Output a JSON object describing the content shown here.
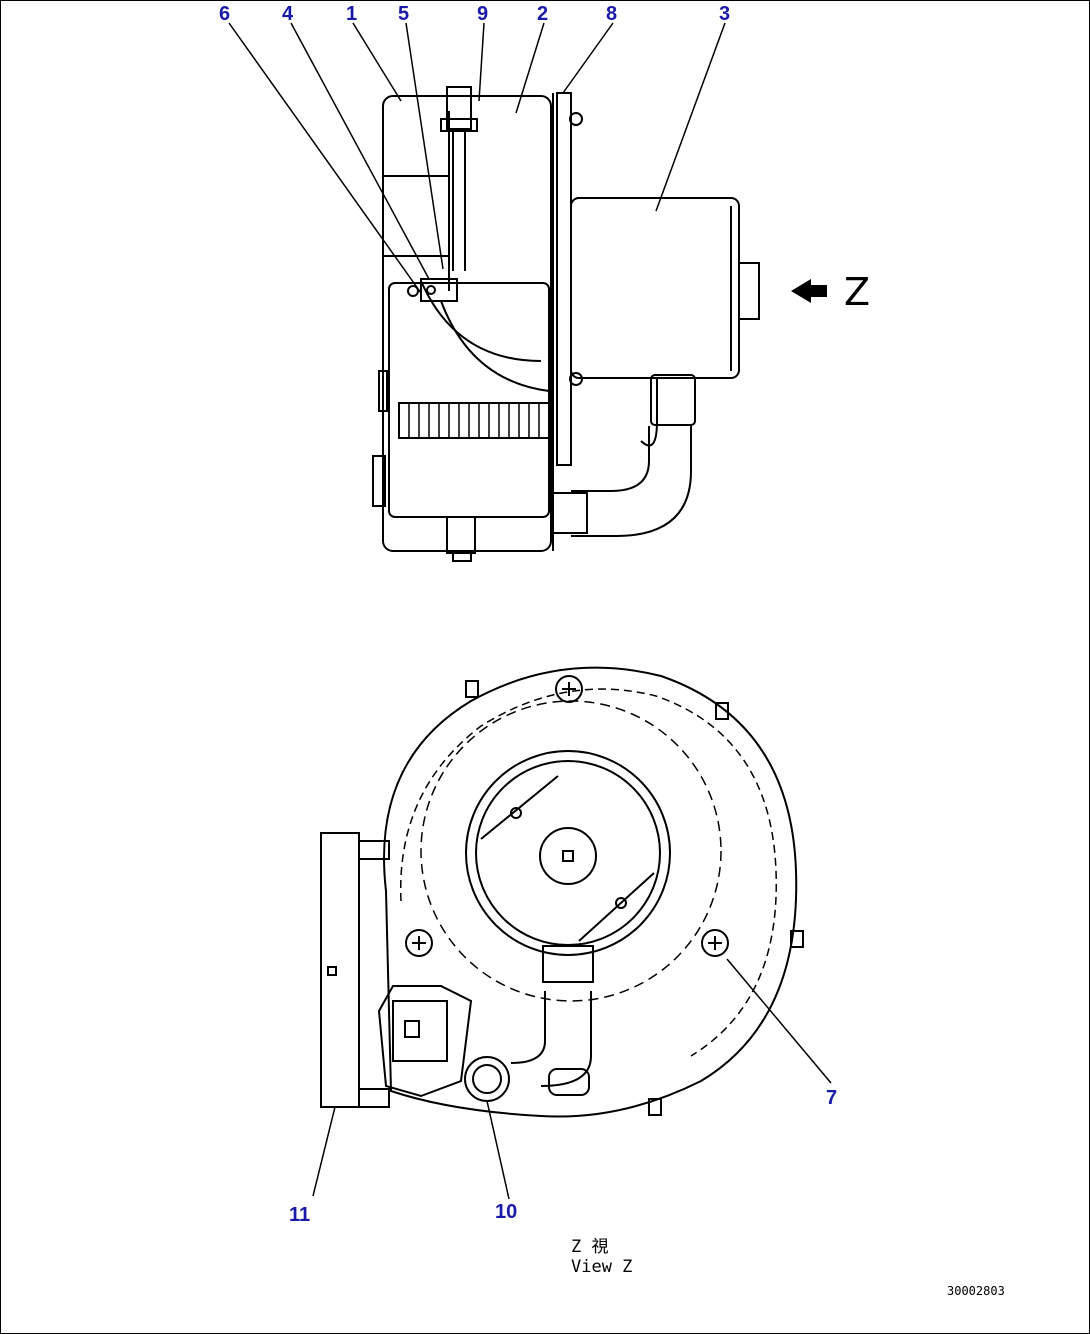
{
  "callouts": {
    "c1": "1",
    "c2": "2",
    "c3": "3",
    "c4": "4",
    "c5": "5",
    "c6": "6",
    "c7": "7",
    "c8": "8",
    "c9": "9",
    "c10": "10",
    "c11": "11"
  },
  "view_arrow_label": "Z",
  "view_caption": {
    "jp": "Z 視",
    "en": "View Z"
  },
  "drawing_id": "30002803",
  "colors": {
    "callout": "#1a1aa8",
    "line": "#000000",
    "background": "#ffffff"
  }
}
